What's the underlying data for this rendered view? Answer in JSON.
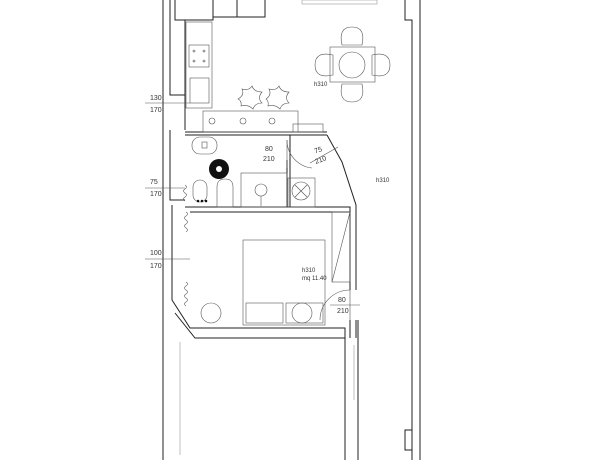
{
  "window_dims": [
    {
      "width": "130",
      "height": "170"
    },
    {
      "width": "75",
      "height": "170"
    },
    {
      "width": "100",
      "height": "170"
    }
  ],
  "door_dims": [
    {
      "width": "80",
      "height": "210"
    },
    {
      "width": "75",
      "height": "210"
    },
    {
      "width": "80",
      "height": "210"
    }
  ],
  "room_labels": {
    "dining_height": "h310",
    "living_height": "h310",
    "bedroom_height": "h310",
    "bedroom_area": "mq 11.40"
  }
}
